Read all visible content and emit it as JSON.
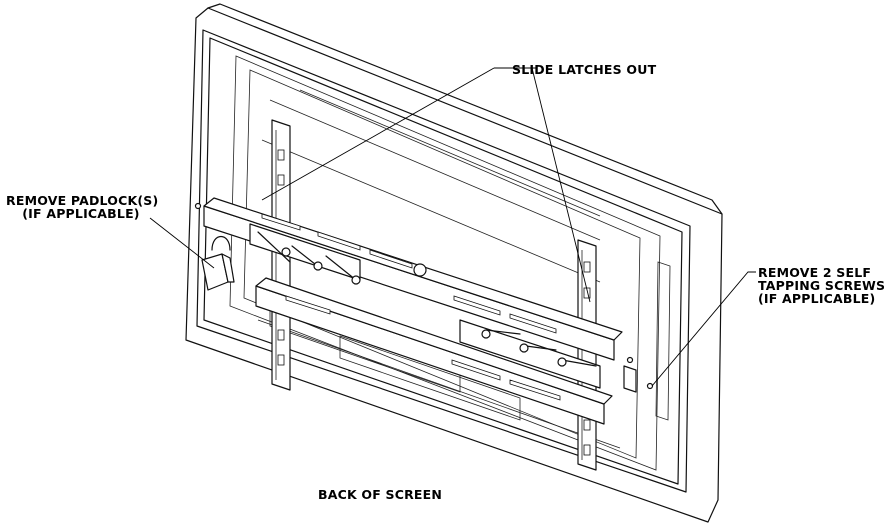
{
  "labels": {
    "slide_latches": "SLIDE LATCHES OUT",
    "padlock_line1": "REMOVE PADLOCK(S)",
    "padlock_line2": "(IF APPLICABLE)",
    "screws_line1": "REMOVE 2 SELF",
    "screws_line2": "TAPPING SCREWS",
    "screws_line3": "(IF APPLICABLE)",
    "caption": "BACK OF SCREEN"
  }
}
